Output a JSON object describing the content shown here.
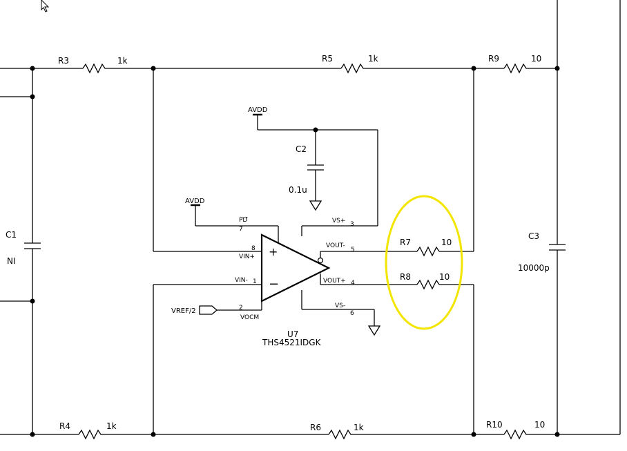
{
  "components": {
    "r3": {
      "ref": "R3",
      "value": "1k"
    },
    "r4": {
      "ref": "R4",
      "value": "1k"
    },
    "r5": {
      "ref": "R5",
      "value": "1k"
    },
    "r6": {
      "ref": "R6",
      "value": "1k"
    },
    "r7": {
      "ref": "R7",
      "value": "10"
    },
    "r8": {
      "ref": "R8",
      "value": "10"
    },
    "r9": {
      "ref": "R9",
      "value": "10"
    },
    "r10": {
      "ref": "R10",
      "value": "10"
    },
    "c1": {
      "ref": "C1",
      "value": "NI"
    },
    "c2": {
      "ref": "C2",
      "value": "0.1u"
    },
    "c3": {
      "ref": "C3",
      "value": "10000p"
    },
    "u7": {
      "ref": "U7",
      "part": "THS4521IDGK"
    }
  },
  "power": {
    "avdd_top": "AVDD",
    "avdd_pd": "AVDD"
  },
  "vref_port": "VREF/2",
  "opamp_pins": {
    "pd_name": "PD",
    "pd_num": "7",
    "vinp_name": "VIN+",
    "vinp_num": "8",
    "vinn_name": "VIN-",
    "vinn_num": "1",
    "vocm_name": "VOCM",
    "vocm_num": "2",
    "vsp_name": "VS+",
    "vsp_num": "3",
    "voutn_name": "VOUT-",
    "voutn_num": "5",
    "voutp_name": "VOUT+",
    "voutp_num": "4",
    "vsn_name": "VS-",
    "vsn_num": "6",
    "plus": "+",
    "minus": "−"
  },
  "highlight": {
    "color": "#f2e600",
    "note": "R7 / R8 circled"
  }
}
